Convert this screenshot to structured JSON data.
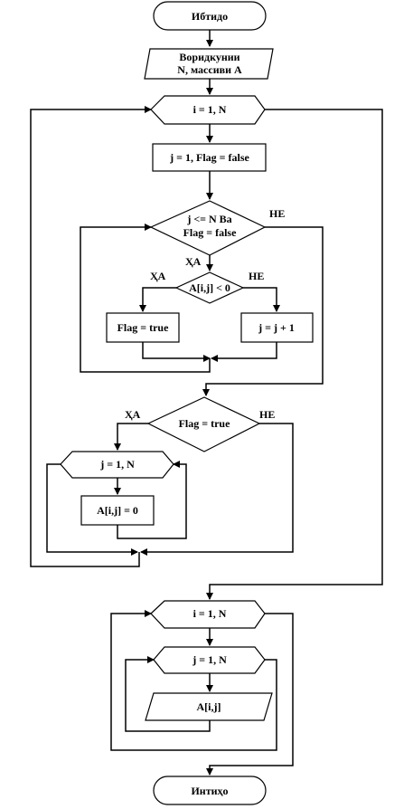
{
  "nodes": {
    "start": "Ибтидо",
    "input_line1": "Воридкунии",
    "input_line2": "N, массиви A",
    "loop_i": "i = 1, N",
    "init": "j = 1, Flag = false",
    "while_line1": "j <= N Ва",
    "while_line2": "Flag = false",
    "cond_a": "A[i,j] < 0",
    "set_flag": "Flag = true",
    "inc_j": "j = j + 1",
    "check_flag": "Flag = true",
    "loop_j_zero": "j = 1, N",
    "assign_zero": "A[i,j] = 0",
    "loop_i_out": "i = 1, N",
    "loop_j_out": "j = 1, N",
    "output": "A[i,j]",
    "end": "Интиҳо"
  },
  "labels": {
    "yes": "ҲА",
    "no": "НЕ"
  }
}
